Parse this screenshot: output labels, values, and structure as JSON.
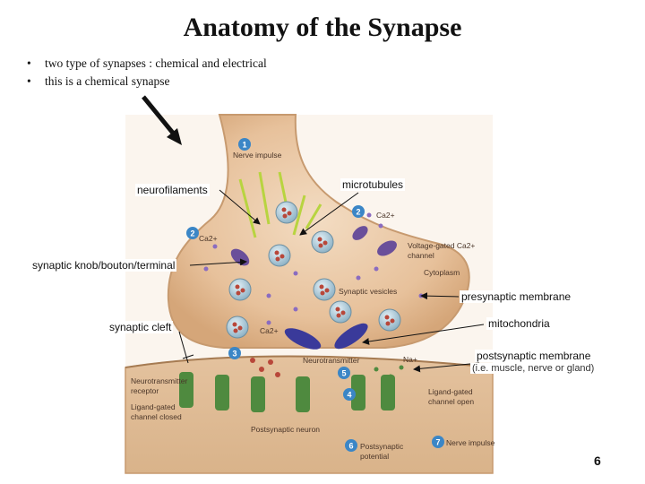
{
  "title": "Anatomy of the Synapse",
  "bullets": [
    "two type of synapses : chemical and electrical",
    "this is a chemical synapse"
  ],
  "labels": {
    "neurofilaments": "neurofilaments",
    "microtubules": "microtubules",
    "synaptic_knob": "synaptic knob/bouton/terminal",
    "presynaptic_membrane": "presynaptic membrane",
    "synaptic_cleft": "synaptic cleft",
    "mitochondria": "mitochondria",
    "postsynaptic_membrane": "postsynaptic membrane",
    "postsynaptic_examples": "(i.e. muscle, nerve or gland)"
  },
  "diagram_labels": {
    "nerve_impulse": "Nerve impulse",
    "ca_1": "Ca2+",
    "ca_2": "Ca2+",
    "ca_3": "Ca2+",
    "voltage_channel": "Voltage-gated Ca2+",
    "channel": "channel",
    "cytoplasm": "Cytoplasm",
    "synaptic_vesicles": "Synaptic vesicles",
    "neurotransmitter": "Neurotransmitter",
    "na": "Na+",
    "nt_receptor_1": "Neurotransmitter",
    "nt_receptor_2": "receptor",
    "ligand_closed_1": "Ligand-gated",
    "ligand_closed_2": "channel closed",
    "ligand_open_1": "Ligand-gated",
    "ligand_open_2": "channel open",
    "postsynaptic_neuron": "Postsynaptic neuron",
    "postsynaptic_potential_1": "Postsynaptic",
    "postsynaptic_potential_2": "potential",
    "nerve_impulse_2": "Nerve impulse"
  },
  "steps": [
    "1",
    "2",
    "2",
    "3",
    "4",
    "5",
    "6",
    "7"
  ],
  "page_number": "6",
  "colors": {
    "terminal": "#e9c7a3",
    "terminal_edge": "#c79a6f",
    "vesicle": "#a9c7d6",
    "neurotransmitter": "#b8473a",
    "mitochondria": "#3a3a9a",
    "channel": "#6a4f9a",
    "receptor": "#4f8a3f",
    "step_badge": "#3b86c6",
    "microtubule": "#b8d440"
  }
}
